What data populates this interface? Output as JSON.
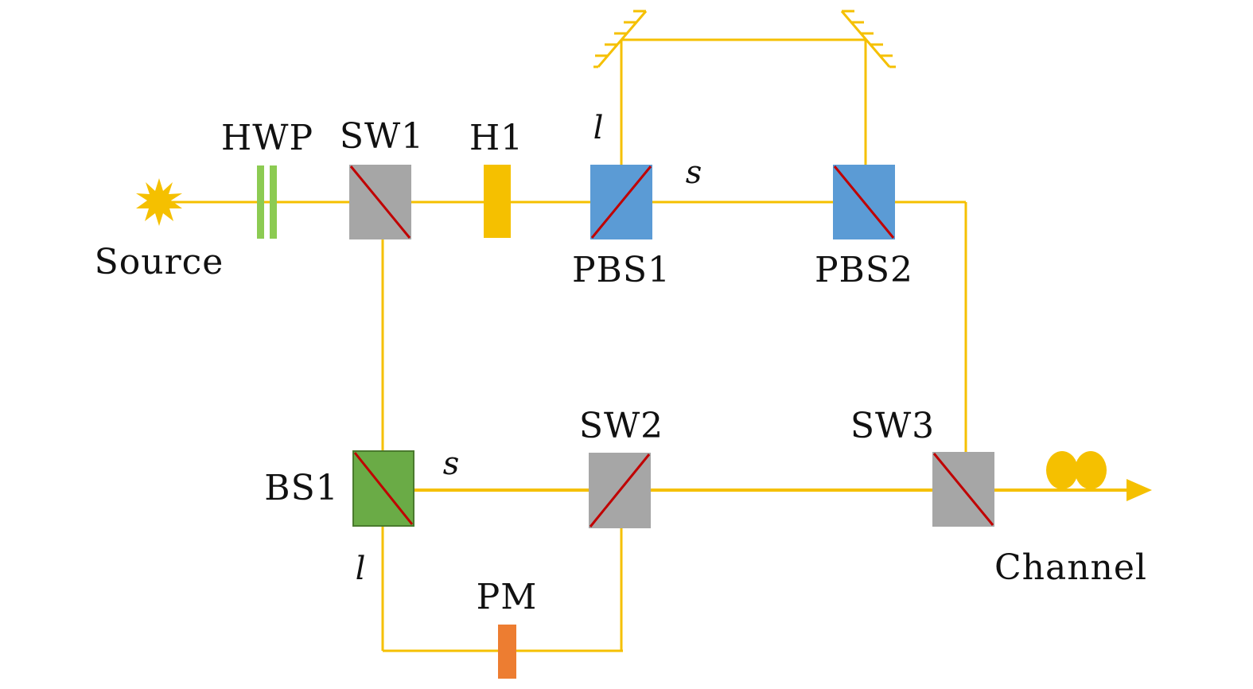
{
  "labels": {
    "source": "Source",
    "hwp": "HWP",
    "sw1": "SW1",
    "h1": "H1",
    "pbs1": "PBS1",
    "pbs2": "PBS2",
    "bs1": "BS1",
    "sw2": "SW2",
    "sw3": "SW3",
    "pm": "PM",
    "channel": "Channel",
    "l_top": "l",
    "s_top": "s",
    "s_bottom": "s",
    "l_bottom": "l"
  },
  "colors": {
    "beam": "#F5C000",
    "source": "#F5C000",
    "hwp": "#8CCB52",
    "switch": "#A6A6A6",
    "h1": "#F5C000",
    "pbs": "#5B9BD5",
    "bs": "#6AAB46",
    "pm": "#ED7D31",
    "diagonal": "#C00000",
    "photon": "#F5C000"
  }
}
